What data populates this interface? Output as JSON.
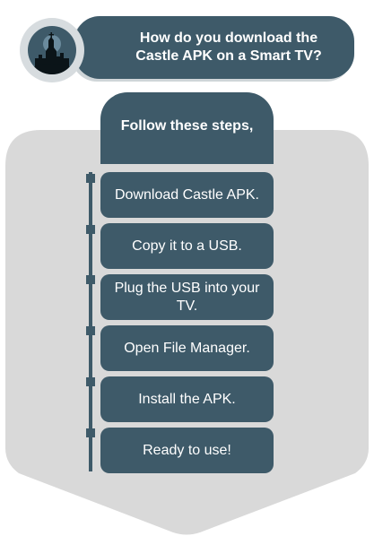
{
  "header": {
    "question": "How do you download the Castle APK on a Smart TV?",
    "logo_icon": "castle-icon"
  },
  "follow_label": "Follow these steps,",
  "steps": [
    {
      "label": "Download Castle APK."
    },
    {
      "label": "Copy it to a USB."
    },
    {
      "label": "Plug the USB into your TV."
    },
    {
      "label": "Open File Manager."
    },
    {
      "label": "Install the APK."
    },
    {
      "label": "Ready to use!"
    }
  ],
  "colors": {
    "primary": "#3e5a69",
    "shield_bg": "#d9d9d9",
    "header_shadow": "#cfd5d8",
    "text": "#ffffff"
  }
}
